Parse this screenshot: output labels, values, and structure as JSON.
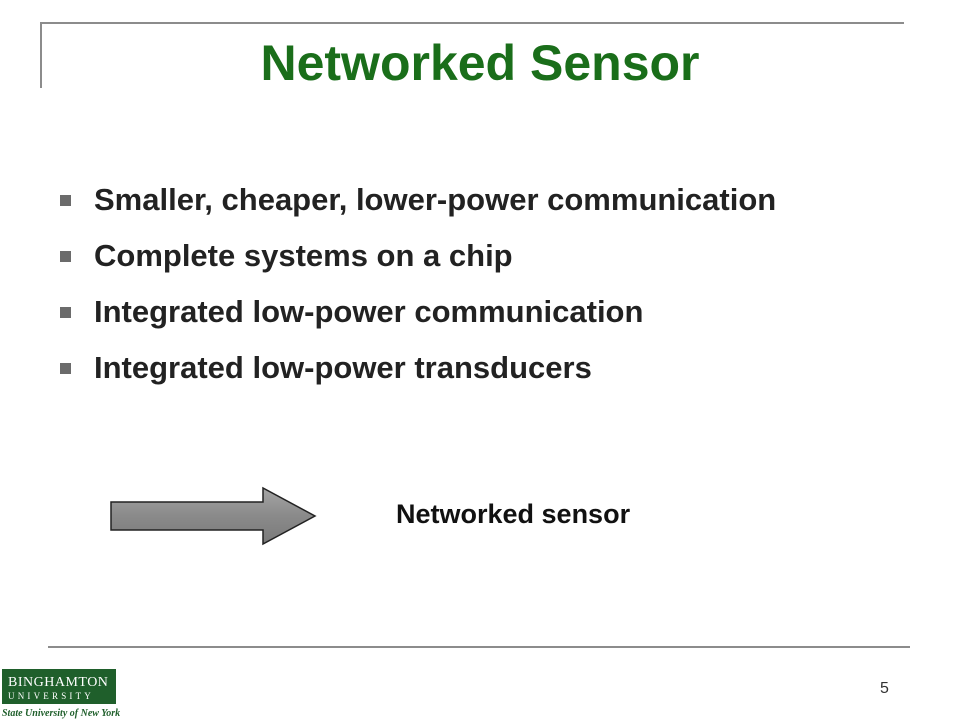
{
  "slide": {
    "title": "Networked Sensor",
    "bullets": [
      "Smaller, cheaper, lower-power communication",
      "Complete systems on a chip",
      "Integrated low-power communication",
      "Integrated low-power transducers"
    ],
    "arrow_label": "Networked sensor",
    "page_number": "5"
  },
  "logo": {
    "line1": "BINGHAMTON",
    "line2": "UNIVERSITY",
    "line3": "State University of New York"
  },
  "colors": {
    "title": "#1a6e1a",
    "logo_green": "#1f5f2b",
    "arrow_fill": "#8a8a8a",
    "rule": "#8c8c8c"
  }
}
